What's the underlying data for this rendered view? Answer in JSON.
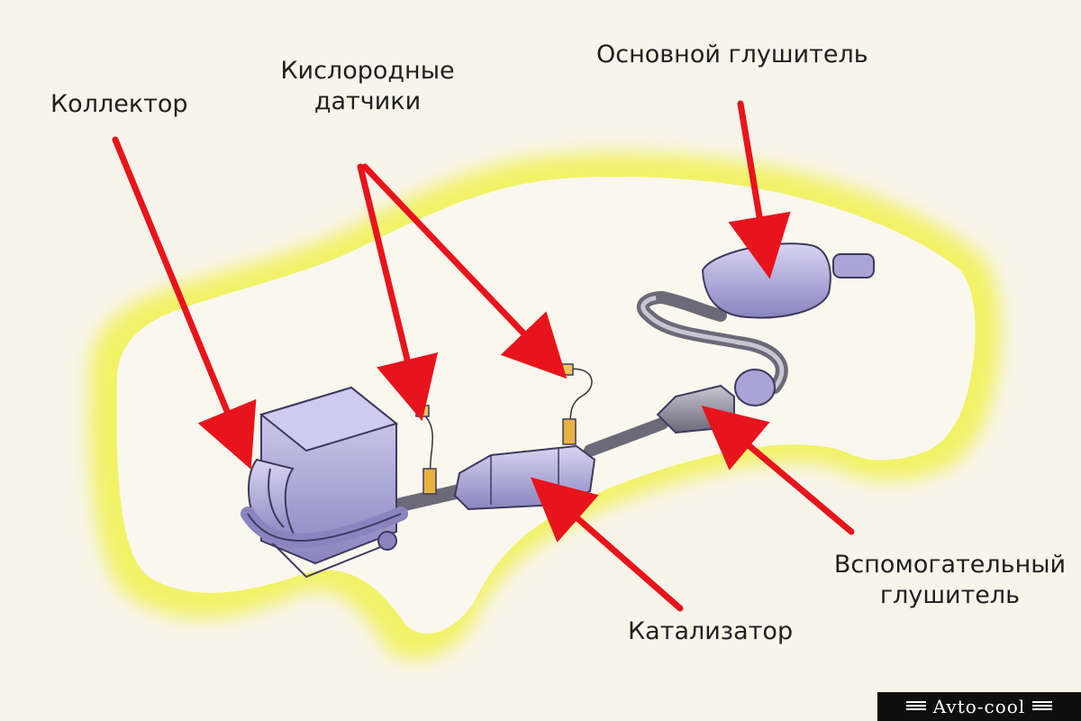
{
  "labels": {
    "collector": "Коллектор",
    "oxygen_sensors_line1": "Кислородные",
    "oxygen_sensors_line2": "датчики",
    "main_muffler": "Основной глушитель",
    "aux_muffler_line1": "Вспомогательный",
    "aux_muffler_line2": "глушитель",
    "catalyst": "Катализатор"
  },
  "watermark": "Avto-cool",
  "colors": {
    "background": "#f7f4ea",
    "car_glow": "#f2f25a",
    "car_fill": "#faf8ee",
    "arrow": "#e8141b",
    "part_fill": "#a9a3d6",
    "part_stroke": "#3e3a5e",
    "pipe": "#8d8a99"
  }
}
